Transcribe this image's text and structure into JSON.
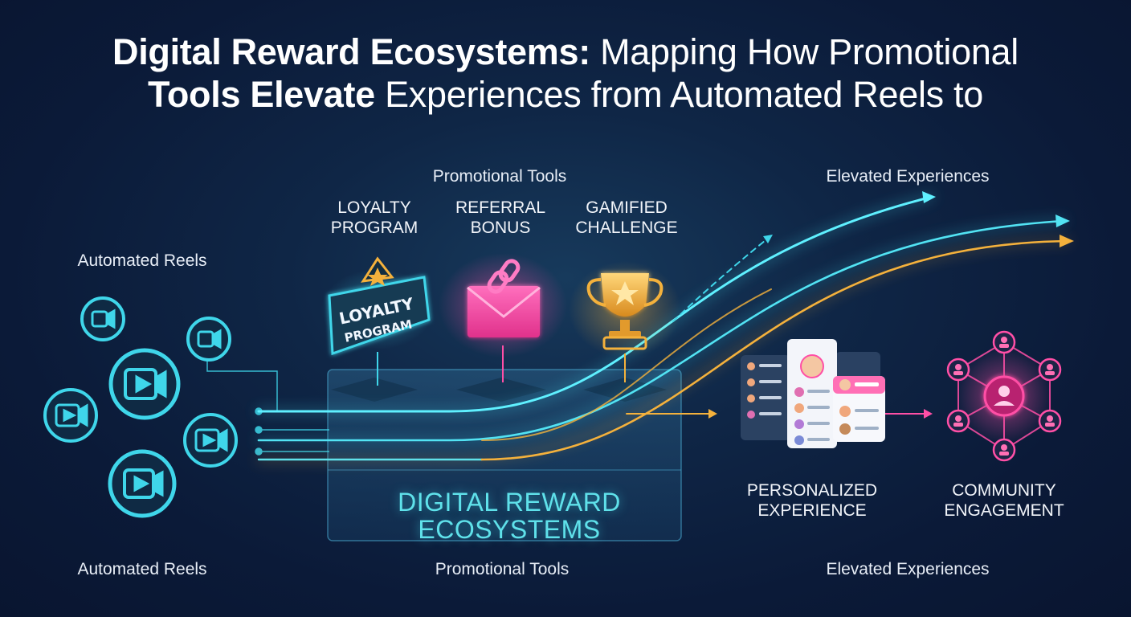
{
  "title": {
    "bold": "Digital Reward Ecosystems:",
    "rest_line1": " Mapping How Promotional",
    "line2_bold": "Tools Elevate",
    "line2_rest": " Experiences from Automated Reels to"
  },
  "section_labels": {
    "promotional_top": "Promotional Tools",
    "elevated_top": "Elevated Experiences",
    "automated_left": "Automated Reels",
    "automated_bottom": "Automated Reels",
    "promotional_bottom": "Promotional Tools",
    "elevated_bottom": "Elevated Experiences"
  },
  "tools": [
    {
      "line1": "LOYALTY",
      "line2": "PROGRAM",
      "icon": "loyalty-badge-icon"
    },
    {
      "line1": "REFERRAL",
      "line2": "BONUS",
      "icon": "envelope-link-icon"
    },
    {
      "line1": "GAMIFIED",
      "line2": "CHALLENGE",
      "icon": "trophy-icon"
    }
  ],
  "loyalty_badge": {
    "line1": "LOYALTY",
    "line2": "PROGRAM"
  },
  "core": {
    "line1": "DIGITAL REWARD",
    "line2": "ECOSYSTEMS"
  },
  "outcomes": [
    {
      "line1": "PERSONALIZED",
      "line2": "EXPERIENCE",
      "icon": "profile-cards-icon"
    },
    {
      "line1": "COMMUNITY",
      "line2": "ENGAGEMENT",
      "icon": "community-network-icon"
    }
  ],
  "colors": {
    "cyan": "#3fd6ea",
    "orange": "#f4b13c",
    "pink": "#ff4fa6",
    "background": "#0f2646"
  }
}
